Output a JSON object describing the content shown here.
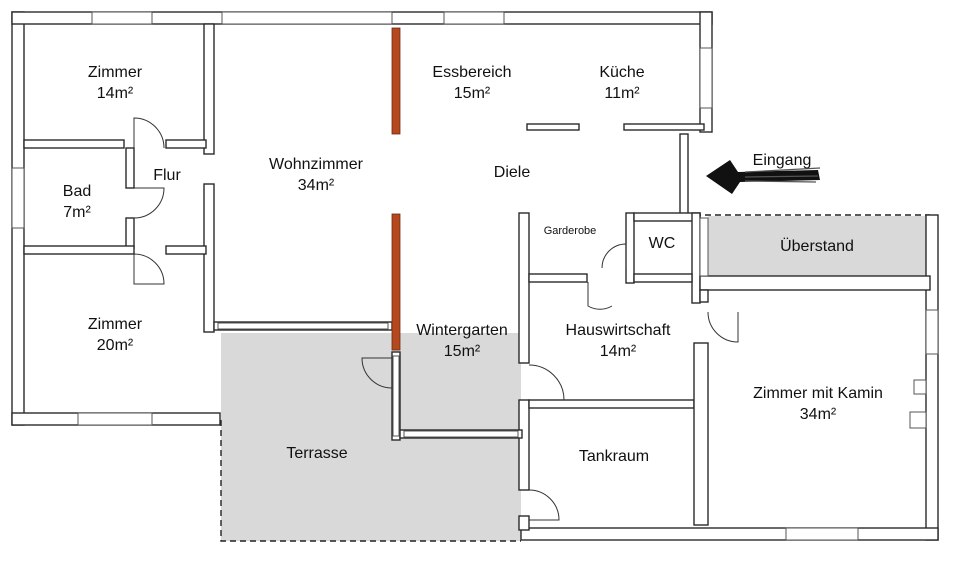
{
  "rooms": {
    "zimmer1": {
      "name": "Zimmer",
      "area": "14m²"
    },
    "flur": {
      "name": "Flur"
    },
    "bad": {
      "name": "Bad",
      "area": "7m²"
    },
    "zimmer2": {
      "name": "Zimmer",
      "area": "20m²"
    },
    "wohnzimmer": {
      "name": "Wohnzimmer",
      "area": "34m²"
    },
    "essbereich": {
      "name": "Essbereich",
      "area": "15m²"
    },
    "kueche": {
      "name": "Küche",
      "area": "11m²"
    },
    "diele": {
      "name": "Diele"
    },
    "garderobe": {
      "name": "Garderobe"
    },
    "wc": {
      "name": "WC"
    },
    "ueberstand": {
      "name": "Überstand"
    },
    "wintergarten": {
      "name": "Wintergarten",
      "area": "15m²"
    },
    "hauswirtschaft": {
      "name": "Hauswirtschaft",
      "area": "14m²"
    },
    "zimmer_kamin": {
      "name": "Zimmer mit Kamin",
      "area": "34m²"
    },
    "terrasse": {
      "name": "Terrasse"
    },
    "tankraum": {
      "name": "Tankraum"
    }
  },
  "entrance": {
    "label": "Eingang"
  },
  "colors": {
    "wall": "#2a2a2a",
    "shaded": "#d9d9d9",
    "brick": "#b5481e"
  }
}
